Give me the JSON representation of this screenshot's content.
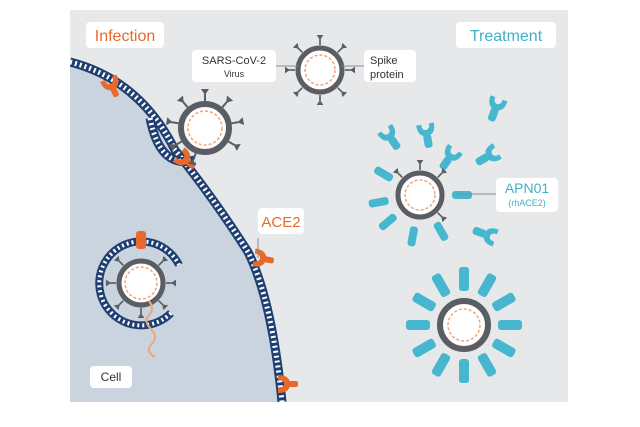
{
  "labels": {
    "infection": "Infection",
    "treatment": "Treatment",
    "virus_name": "SARS-CoV-2",
    "virus_sub": "Virus",
    "spike_line1": "Spike",
    "spike_line2": "protein",
    "ace2": "ACE2",
    "drug_name": "APN01",
    "drug_sub": "(rhACE2)",
    "cell": "Cell"
  },
  "colors": {
    "panel_bg": "#e7e8ea",
    "cell_fill": "#c9d4df",
    "membrane": "#1f3f73",
    "ace2": "#e8692a",
    "virus_ring": "#5a5d62",
    "rna": "#f0a57a",
    "drug": "#46b7cf",
    "infection_text": "#e8692a",
    "treatment_text": "#3fb0c8"
  }
}
